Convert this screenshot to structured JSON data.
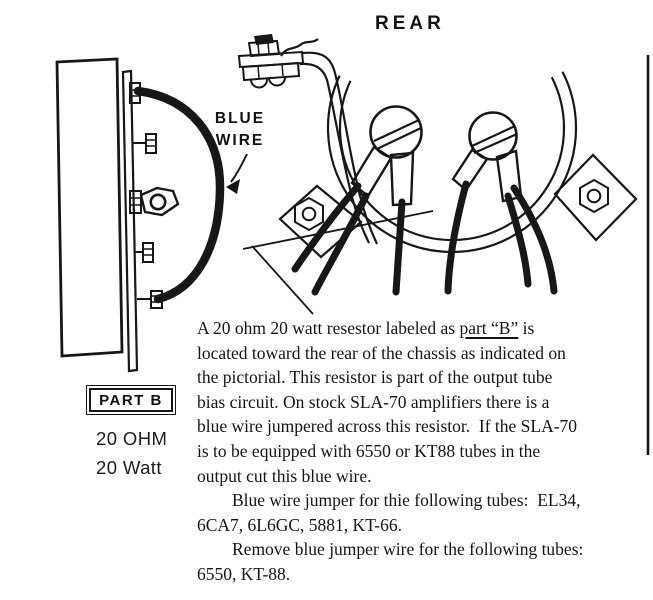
{
  "page": {
    "paper_color": "#ffffff",
    "ink_color": "#171717"
  },
  "header": {
    "title": "REAR"
  },
  "left_diagram": {
    "blue_wire_label_line1": "BLUE",
    "blue_wire_label_line2": "WIRE",
    "part_label": "PART B",
    "spec_line1": "20 OHM",
    "spec_line2": "20 Watt"
  },
  "body_text": {
    "lines": [
      {
        "pre": "A 20 ohm 20 watt resestor labeled as ",
        "u": "part “B”",
        "post": " is",
        "indent": false
      },
      {
        "pre": "located toward the rear of the chassis as indicated on",
        "indent": false
      },
      {
        "pre": "the pictorial. This resistor is part of the output tube",
        "indent": false
      },
      {
        "pre": "bias circuit. On stock SLA-70 amplifiers there is a",
        "indent": false
      },
      {
        "pre": "blue wire jumpered across this resistor.  If the SLA-70",
        "indent": false
      },
      {
        "pre": "is to be equipped with 6550 or KT88 tubes in the",
        "indent": false
      },
      {
        "pre": "output cut this blue wire.",
        "indent": false
      },
      {
        "pre": "Blue wire jumper for thie following tubes:  EL34,",
        "indent": true
      },
      {
        "pre": "6CA7, 6L6GC, 5881, KT-66.",
        "indent": false
      },
      {
        "pre": "Remove blue jumper wire for the following tubes:",
        "indent": true
      },
      {
        "pre": "6550, KT-88.",
        "indent": false
      }
    ]
  }
}
